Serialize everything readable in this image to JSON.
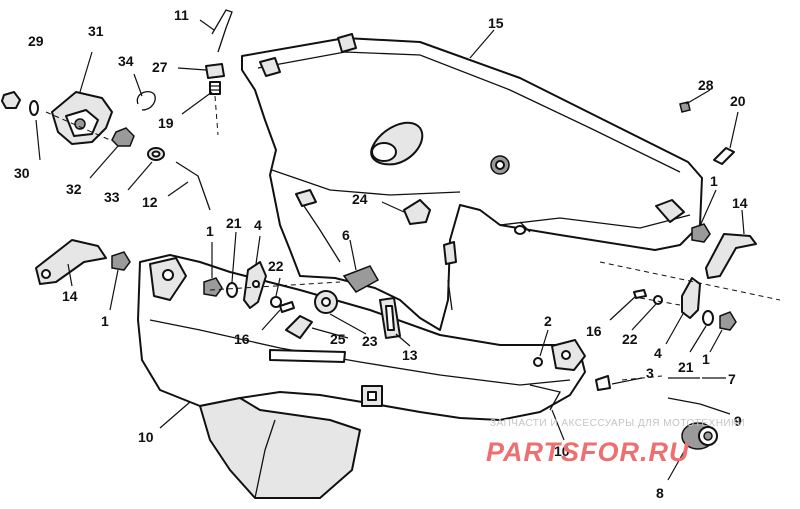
{
  "diagram": {
    "labels": [
      {
        "id": "l29",
        "text": "29"
      },
      {
        "id": "l30",
        "text": "30"
      },
      {
        "id": "l31",
        "text": "31"
      },
      {
        "id": "l32",
        "text": "32"
      },
      {
        "id": "l33",
        "text": "33"
      },
      {
        "id": "l34",
        "text": "34"
      },
      {
        "id": "l11",
        "text": "11"
      },
      {
        "id": "l27",
        "text": "27"
      },
      {
        "id": "l19",
        "text": "19"
      },
      {
        "id": "l12",
        "text": "12"
      },
      {
        "id": "l15",
        "text": "15"
      },
      {
        "id": "l28",
        "text": "28"
      },
      {
        "id": "l20",
        "text": "20"
      },
      {
        "id": "l1a",
        "text": "1"
      },
      {
        "id": "l14a",
        "text": "14"
      },
      {
        "id": "l14b",
        "text": "14"
      },
      {
        "id": "l1b",
        "text": "1"
      },
      {
        "id": "l1c",
        "text": "1"
      },
      {
        "id": "l21a",
        "text": "21"
      },
      {
        "id": "l4a",
        "text": "4"
      },
      {
        "id": "l22a",
        "text": "22"
      },
      {
        "id": "l16a",
        "text": "16"
      },
      {
        "id": "l24",
        "text": "24"
      },
      {
        "id": "l6",
        "text": "6"
      },
      {
        "id": "l25",
        "text": "25"
      },
      {
        "id": "l23",
        "text": "23"
      },
      {
        "id": "l13",
        "text": "13"
      },
      {
        "id": "l2",
        "text": "2"
      },
      {
        "id": "l16b",
        "text": "16"
      },
      {
        "id": "l22b",
        "text": "22"
      },
      {
        "id": "l4b",
        "text": "4"
      },
      {
        "id": "l21b",
        "text": "21"
      },
      {
        "id": "l1d",
        "text": "1"
      },
      {
        "id": "l3",
        "text": "3"
      },
      {
        "id": "l7",
        "text": "7"
      },
      {
        "id": "l9",
        "text": "9"
      },
      {
        "id": "l10a",
        "text": "10"
      },
      {
        "id": "l10b",
        "text": "10"
      },
      {
        "id": "l8",
        "text": "8"
      }
    ]
  },
  "watermark": {
    "text": "ЗАПЧАСТИ И АКСЕССУАРЫ ДЛЯ МОТОТЕХНИКИ",
    "logo": "PARTSFOR.RU"
  }
}
